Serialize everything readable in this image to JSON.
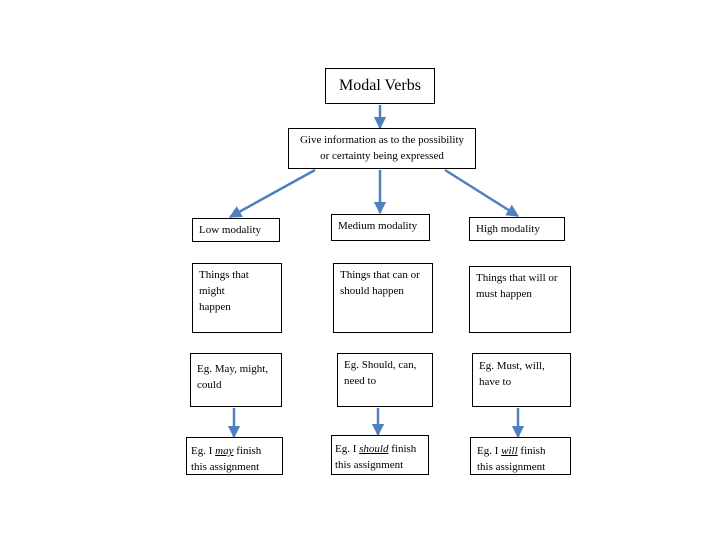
{
  "root": {
    "title": "Modal Verbs"
  },
  "description": {
    "line1": "Give information as to the possibility",
    "line2": "or certainty being expressed"
  },
  "columns": [
    {
      "heading": "Low modality",
      "meaning": [
        "Things that might",
        "happen"
      ],
      "examples": [
        "Eg.  May, might,",
        "could"
      ],
      "sentence": {
        "prefix": "Eg. I ",
        "modal": "may",
        "suffix": " finish",
        "line2": "this assignment"
      }
    },
    {
      "heading": "Medium modality",
      "meaning": [
        "Things that can or",
        "should happen"
      ],
      "examples": [
        "Eg.  Should, can,",
        "need to"
      ],
      "sentence": {
        "prefix": "Eg. I ",
        "modal": "should",
        "suffix": " finish",
        "line2": "this assignment"
      }
    },
    {
      "heading": "High modality",
      "meaning": [
        "Things that will or",
        "must happen"
      ],
      "examples": [
        "Eg.  Must, will,",
        "have to"
      ],
      "sentence": {
        "prefix": "Eg.  I ",
        "modal": "will",
        "suffix": " finish",
        "line2": "this assignment"
      }
    }
  ],
  "colors": {
    "connector": "#4f81bd",
    "border": "#000000"
  }
}
